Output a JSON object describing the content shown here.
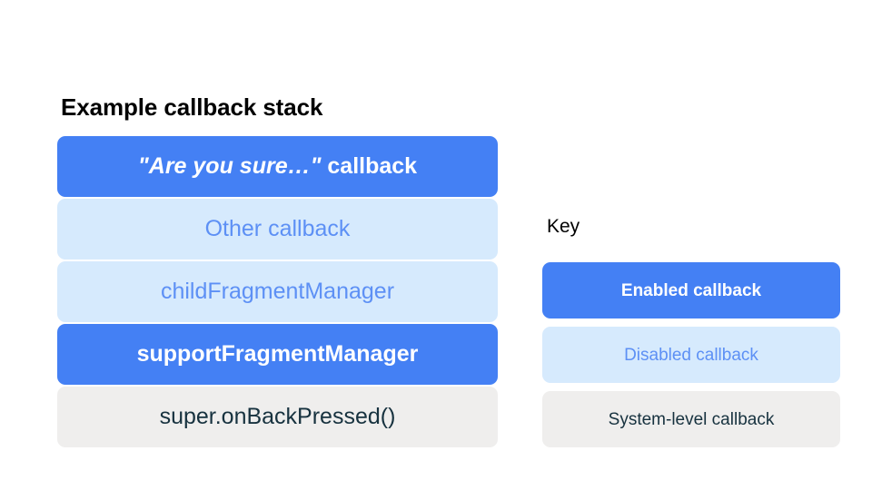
{
  "background_color": "#ffffff",
  "palette": {
    "enabled_bg": "#4480f4",
    "enabled_text": "#ffffff",
    "disabled_bg": "#d6eafd",
    "disabled_text": "#5d90f5",
    "system_bg": "#efeeed",
    "system_text": "#17323f",
    "heading_text": "#000000"
  },
  "stack": {
    "title": "Example callback stack",
    "items": [
      {
        "label": "\"Are you sure…\" callback",
        "quoted_part": "\"Are you sure…\"",
        "plain_part": " callback",
        "state": "enabled"
      },
      {
        "label": "Other callback",
        "state": "disabled"
      },
      {
        "label": "childFragmentManager",
        "state": "disabled"
      },
      {
        "label": "supportFragmentManager",
        "state": "enabled"
      },
      {
        "label": "super.onBackPressed()",
        "state": "system"
      }
    ]
  },
  "key": {
    "title": "Key",
    "items": [
      {
        "label": "Enabled callback",
        "state": "enabled"
      },
      {
        "label": "Disabled callback",
        "state": "disabled"
      },
      {
        "label": "System-level callback",
        "state": "system"
      }
    ]
  }
}
